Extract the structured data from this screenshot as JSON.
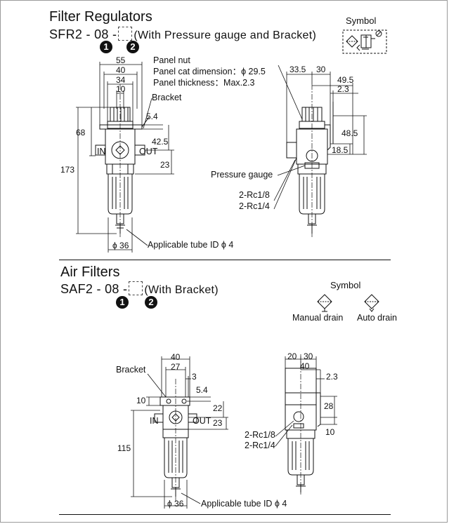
{
  "section1": {
    "title": "Filter Regulators",
    "model_prefix": "SFR2 - 08 -",
    "model_suffix": "(With Pressure gauge and Bracket)",
    "badge1": "1",
    "badge2": "2",
    "symbol_label": "Symbol",
    "labels": {
      "panel_nut": "Panel nut",
      "panel_cut": "Panel cat dimension：ϕ 29.5",
      "panel_thickness": "Panel thickness：Max.2.3",
      "bracket": "Bracket",
      "in": "IN",
      "out": "OUT",
      "pressure_gauge": "Pressure gauge",
      "port1": "2-Rc1/8",
      "port2": "2-Rc1/4",
      "tube": "Applicable tube ID ϕ 4"
    },
    "dims": {
      "d55": "55",
      "d40": "40",
      "d34": "34",
      "d10": "10",
      "d5_4": "5.4",
      "d68": "68",
      "d42_5": "42.5",
      "d23": "23",
      "d173": "173",
      "d36": "ϕ 36",
      "d33_5": "33.5",
      "d30": "30",
      "d49_5": "49.5",
      "d2_3": "2.3",
      "d48_5": "48.5",
      "d18_5": "18.5"
    }
  },
  "section2": {
    "title": "Air Filters",
    "model_prefix": "SAF2 - 08 -",
    "model_suffix": "(With Bracket)",
    "badge1": "1",
    "badge2": "2",
    "symbol_label": "Symbol",
    "manual_drain": "Manual drain",
    "auto_drain": "Auto drain",
    "labels": {
      "bracket": "Bracket",
      "in": "IN",
      "out": "OUT",
      "port1": "2-Rc1/8",
      "port2": "2-Rc1/4",
      "tube": "Applicable tube ID ϕ 4"
    },
    "dims": {
      "d40": "40",
      "d27": "27",
      "d3": "3",
      "d5_4": "5.4",
      "d10": "10",
      "d22": "22",
      "d23": "23",
      "d115": "115",
      "d36": "ϕ 36",
      "d20": "20",
      "d30": "30",
      "d40r": "40",
      "d2_3": "2.3",
      "d28": "28",
      "d10r": "10"
    }
  }
}
